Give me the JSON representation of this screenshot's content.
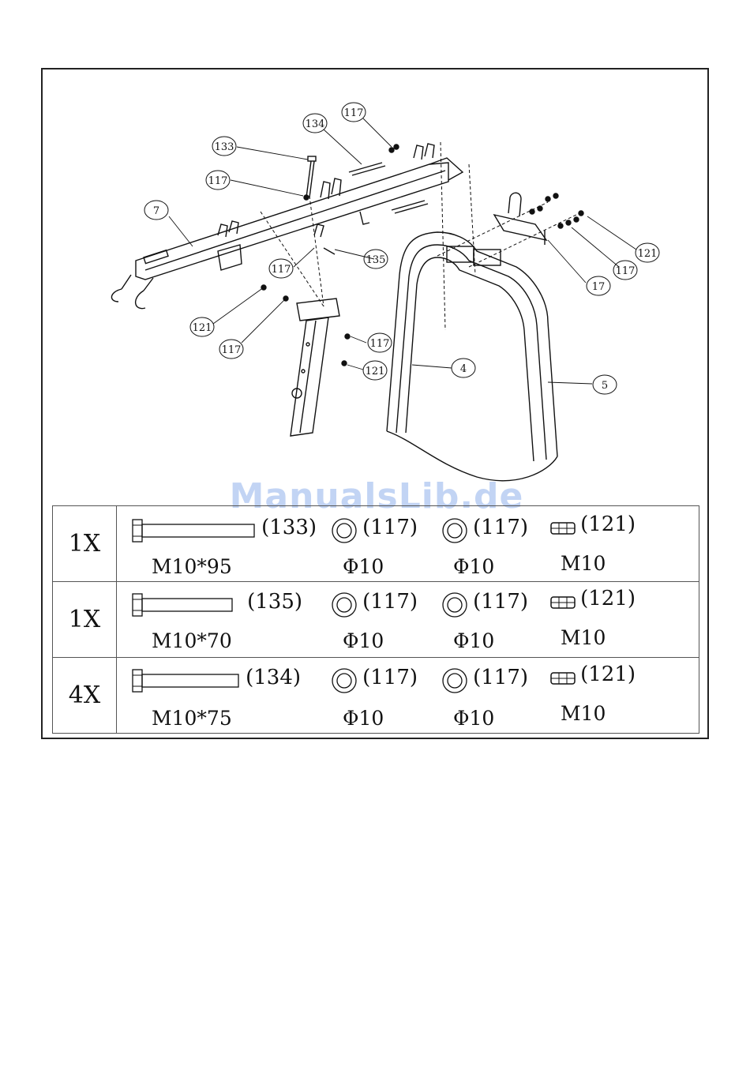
{
  "callouts": {
    "c117a": "117",
    "c134": "134",
    "c133": "133",
    "c117b": "117",
    "c7": "7",
    "c117c": "117",
    "c135": "135",
    "c121a": "121",
    "c117d": "117",
    "c117e": "117",
    "c121b": "121",
    "c4": "4",
    "c5": "5",
    "c17": "17",
    "c117f": "117",
    "c121c": "121"
  },
  "watermark": "ManualsLib.de",
  "rows": [
    {
      "qty": "1X",
      "bolt_id": "(133)",
      "bolt_spec": "M10*95",
      "washer1_id": "(117)",
      "washer1_spec": "Φ10",
      "washer2_id": "(117)",
      "washer2_spec": "Φ10",
      "nut_id": "(121)",
      "nut_spec": "M10"
    },
    {
      "qty": "1X",
      "bolt_id": "(135)",
      "bolt_spec": "M10*70",
      "washer1_id": "(117)",
      "washer1_spec": "Φ10",
      "washer2_id": "(117)",
      "washer2_spec": "Φ10",
      "nut_id": "(121)",
      "nut_spec": "M10"
    },
    {
      "qty": "4X",
      "bolt_id": "(134)",
      "bolt_spec": "M10*75",
      "washer1_id": "(117)",
      "washer1_spec": "Φ10",
      "washer2_id": "(117)",
      "washer2_spec": "Φ10",
      "nut_id": "(121)",
      "nut_spec": "M10"
    }
  ]
}
